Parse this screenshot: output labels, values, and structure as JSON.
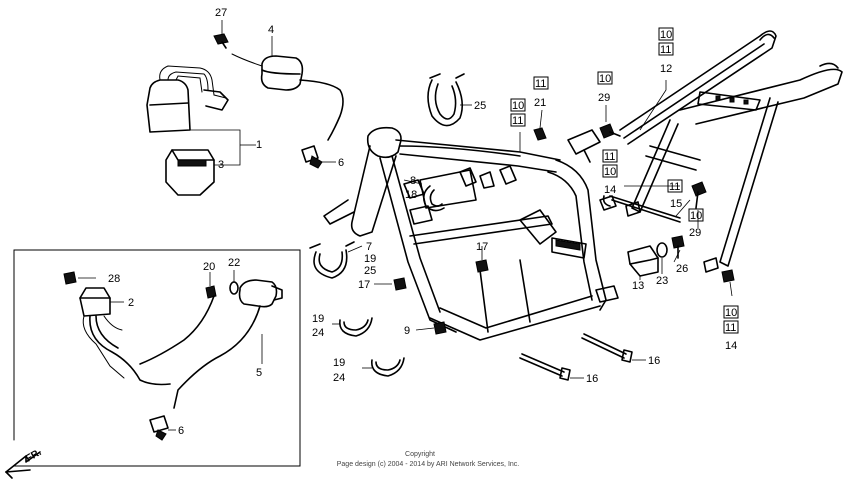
{
  "callouts": [
    {
      "id": "c27",
      "text": "27",
      "boxed": false
    },
    {
      "id": "c4",
      "text": "4",
      "boxed": false
    },
    {
      "id": "c1",
      "text": "1",
      "boxed": false
    },
    {
      "id": "c3",
      "text": "3",
      "boxed": false
    },
    {
      "id": "c6a",
      "text": "6",
      "boxed": false
    },
    {
      "id": "c25a",
      "text": "25",
      "boxed": false
    },
    {
      "id": "c10a",
      "text": "10",
      "boxed": true
    },
    {
      "id": "c11a",
      "text": "11",
      "boxed": true
    },
    {
      "id": "c11b",
      "text": "11",
      "boxed": true
    },
    {
      "id": "c21",
      "text": "21",
      "boxed": false
    },
    {
      "id": "c10b",
      "text": "10",
      "boxed": true
    },
    {
      "id": "c29a",
      "text": "29",
      "boxed": false
    },
    {
      "id": "c10c",
      "text": "10",
      "boxed": true
    },
    {
      "id": "c11c",
      "text": "11",
      "boxed": true
    },
    {
      "id": "c12",
      "text": "12",
      "boxed": false
    },
    {
      "id": "c11d",
      "text": "11",
      "boxed": true
    },
    {
      "id": "c10d",
      "text": "10",
      "boxed": true
    },
    {
      "id": "c14a",
      "text": "14",
      "boxed": false
    },
    {
      "id": "c15",
      "text": "15",
      "boxed": false
    },
    {
      "id": "c11e",
      "text": "11",
      "boxed": true
    },
    {
      "id": "c10e",
      "text": "10",
      "boxed": true
    },
    {
      "id": "c29b",
      "text": "29",
      "boxed": false
    },
    {
      "id": "c8",
      "text": "8",
      "boxed": false
    },
    {
      "id": "c18",
      "text": "18",
      "boxed": false
    },
    {
      "id": "c17a",
      "text": "17",
      "boxed": false
    },
    {
      "id": "c7",
      "text": "7",
      "boxed": false
    },
    {
      "id": "c19a",
      "text": "19",
      "boxed": false
    },
    {
      "id": "c25b",
      "text": "25",
      "boxed": false
    },
    {
      "id": "c17b",
      "text": "17",
      "boxed": false
    },
    {
      "id": "c26",
      "text": "26",
      "boxed": false
    },
    {
      "id": "c23",
      "text": "23",
      "boxed": false
    },
    {
      "id": "c13",
      "text": "13",
      "boxed": false
    },
    {
      "id": "c10f",
      "text": "10",
      "boxed": true
    },
    {
      "id": "c11f",
      "text": "11",
      "boxed": true
    },
    {
      "id": "c14b",
      "text": "14",
      "boxed": false
    },
    {
      "id": "c28",
      "text": "28",
      "boxed": false
    },
    {
      "id": "c20",
      "text": "20",
      "boxed": false
    },
    {
      "id": "c22",
      "text": "22",
      "boxed": false
    },
    {
      "id": "c2",
      "text": "2",
      "boxed": false
    },
    {
      "id": "c5",
      "text": "5",
      "boxed": false
    },
    {
      "id": "c6b",
      "text": "6",
      "boxed": false
    },
    {
      "id": "c19b",
      "text": "19",
      "boxed": false
    },
    {
      "id": "c24a",
      "text": "24",
      "boxed": false
    },
    {
      "id": "c9",
      "text": "9",
      "boxed": false
    },
    {
      "id": "c19c",
      "text": "19",
      "boxed": false
    },
    {
      "id": "c24b",
      "text": "24",
      "boxed": false
    },
    {
      "id": "c16a",
      "text": "16",
      "boxed": false
    },
    {
      "id": "c16b",
      "text": "16",
      "boxed": false
    }
  ],
  "direction_label": "FR.",
  "copyright_line1": "Copyright",
  "copyright_line2": "Page design (c) 2004 - 2014 by ARI Network Services, Inc."
}
